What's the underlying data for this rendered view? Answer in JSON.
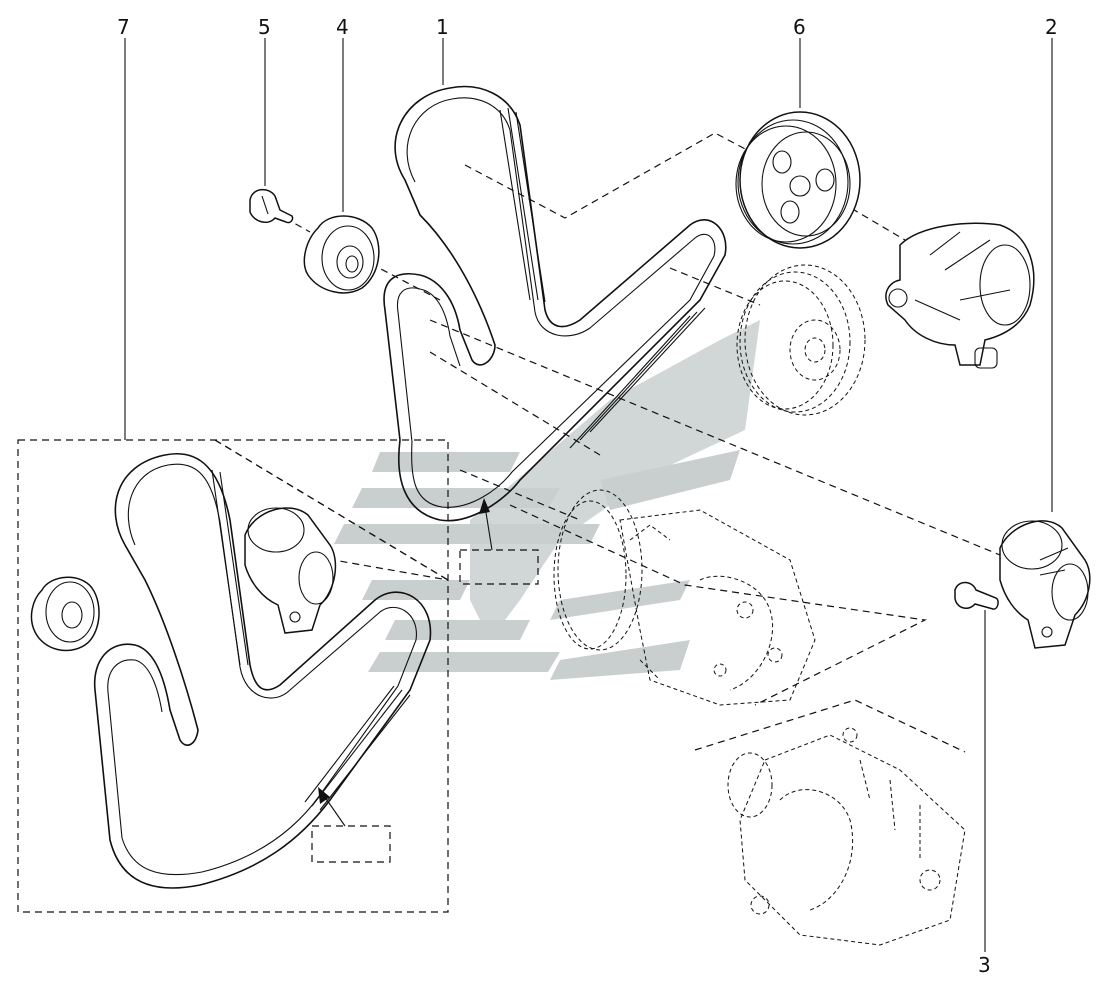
{
  "diagram": {
    "callouts": [
      {
        "id": "1",
        "label": "1"
      },
      {
        "id": "2",
        "label": "2"
      },
      {
        "id": "3",
        "label": "3"
      },
      {
        "id": "4",
        "label": "4"
      },
      {
        "id": "5",
        "label": "5"
      },
      {
        "id": "6",
        "label": "6"
      },
      {
        "id": "7",
        "label": "7"
      }
    ],
    "colors": {
      "line": "#111111",
      "watermark": "#c9cfcf",
      "background": "#ffffff"
    }
  }
}
